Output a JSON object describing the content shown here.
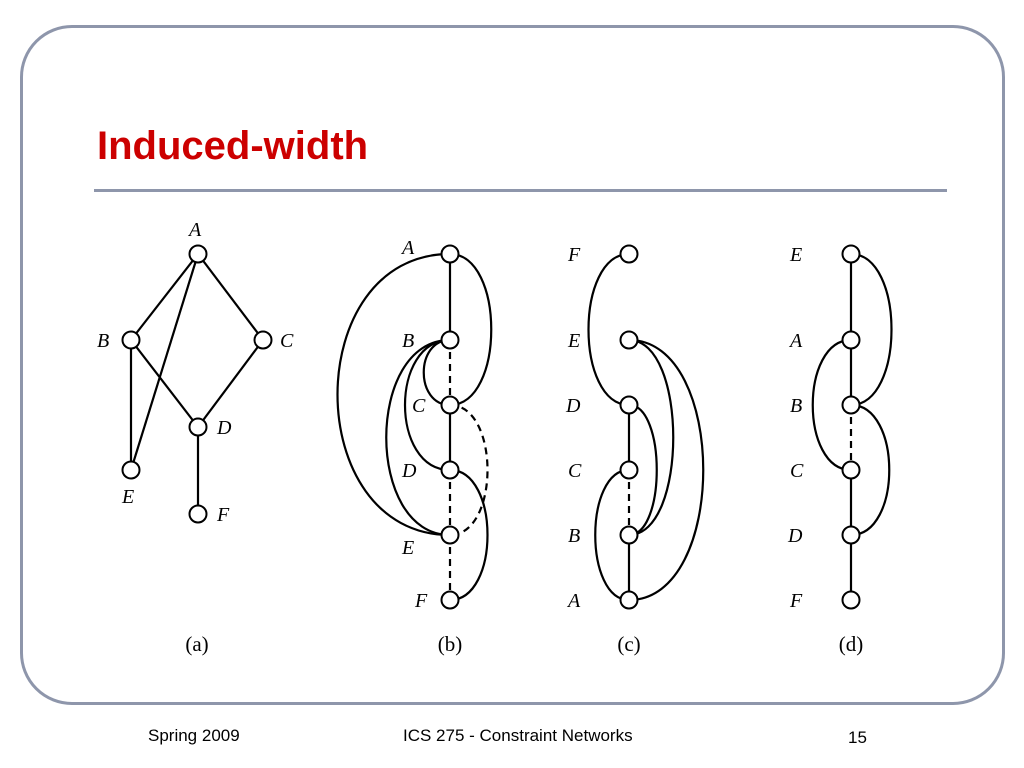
{
  "slide": {
    "title": "Induced-width",
    "footer_left": "Spring 2009",
    "footer_center": "ICS 275 - Constraint Networks",
    "footer_right": "15",
    "accent_color": "#cc0000",
    "frame_color": "#8e96ab"
  },
  "panels": {
    "a": {
      "caption": "(a)",
      "labels": {
        "A": "A",
        "B": "B",
        "C": "C",
        "D": "D",
        "E": "E",
        "F": "F"
      }
    },
    "b": {
      "caption": "(b)",
      "labels": [
        "A",
        "B",
        "C",
        "D",
        "E",
        "F"
      ]
    },
    "c": {
      "caption": "(c)",
      "labels": [
        "F",
        "E",
        "D",
        "C",
        "B",
        "A"
      ]
    },
    "d": {
      "caption": "(d)",
      "labels": [
        "E",
        "A",
        "B",
        "C",
        "D",
        "F"
      ]
    }
  }
}
